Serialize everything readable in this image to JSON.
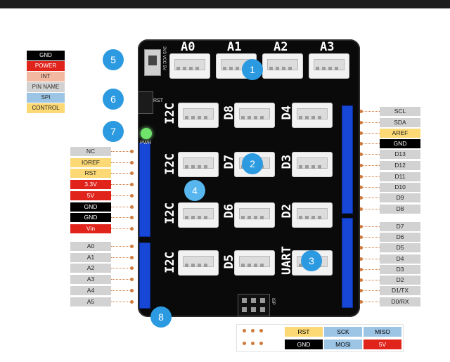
{
  "legend": [
    {
      "label": "GND",
      "bg": "#000000",
      "fg": "#ffffff"
    },
    {
      "label": "POWER",
      "bg": "#e0231b",
      "fg": "#ffffff"
    },
    {
      "label": "INT",
      "bg": "#f2b8a0",
      "fg": "#222222"
    },
    {
      "label": "PIN NAME",
      "bg": "#d2d2d2",
      "fg": "#333333"
    },
    {
      "label": "SPI",
      "bg": "#9cc4e4",
      "fg": "#222222"
    },
    {
      "label": "CONTROL",
      "bg": "#fcd975",
      "fg": "#222222"
    }
  ],
  "left_pins": [
    {
      "label": "NC",
      "kind": "name"
    },
    {
      "label": "IOREF",
      "kind": "control"
    },
    {
      "label": "RST",
      "kind": "control"
    },
    {
      "label": "3.3V",
      "kind": "power"
    },
    {
      "label": "5V",
      "kind": "power"
    },
    {
      "label": "GND",
      "kind": "gnd"
    },
    {
      "label": "GND",
      "kind": "gnd"
    },
    {
      "label": "Vin",
      "kind": "power"
    },
    {
      "label": "A0",
      "kind": "name"
    },
    {
      "label": "A1",
      "kind": "name"
    },
    {
      "label": "A2",
      "kind": "name"
    },
    {
      "label": "A3",
      "kind": "name"
    },
    {
      "label": "A4",
      "kind": "name"
    },
    {
      "label": "A5",
      "kind": "name"
    }
  ],
  "right_pins": [
    {
      "label": "SCL",
      "kind": "name"
    },
    {
      "label": "SDA",
      "kind": "name"
    },
    {
      "label": "AREF",
      "kind": "control"
    },
    {
      "label": "GND",
      "kind": "gnd"
    },
    {
      "label": "D13",
      "kind": "name"
    },
    {
      "label": "D12",
      "kind": "name"
    },
    {
      "label": "D11",
      "kind": "name"
    },
    {
      "label": "D10",
      "kind": "name"
    },
    {
      "label": "D9",
      "kind": "name"
    },
    {
      "label": "D8",
      "kind": "name"
    },
    {
      "label": "D7",
      "kind": "name"
    },
    {
      "label": "D6",
      "kind": "name"
    },
    {
      "label": "D5",
      "kind": "name"
    },
    {
      "label": "D4",
      "kind": "name"
    },
    {
      "label": "D3",
      "kind": "name"
    },
    {
      "label": "D2",
      "kind": "name"
    },
    {
      "label": "D1/TX",
      "kind": "name"
    },
    {
      "label": "D0/RX",
      "kind": "name"
    }
  ],
  "board": {
    "analog_ports": [
      "A0",
      "A1",
      "A2",
      "A3"
    ],
    "row_labels": {
      "r1": [
        "I2C",
        "D8",
        "D4"
      ],
      "r2": [
        "I2C",
        "D7",
        "D3"
      ],
      "r3": [
        "I2C",
        "D6",
        "D2"
      ],
      "r4": [
        "I2C",
        "D5",
        "UART"
      ]
    },
    "power_select": "3V3 VCC 5V",
    "rst_label": "RST",
    "pwr_label": "PWR",
    "isp_label": "ISP"
  },
  "callouts": [
    "1",
    "2",
    "3",
    "4",
    "5",
    "6",
    "7",
    "8"
  ],
  "spi_table": {
    "row1": [
      {
        "label": "RST",
        "kind": "control"
      },
      {
        "label": "SCK",
        "kind": "spi"
      },
      {
        "label": "MISO",
        "kind": "spi"
      }
    ],
    "row2": [
      {
        "label": "GND",
        "kind": "gnd"
      },
      {
        "label": "MOSI",
        "kind": "spi"
      },
      {
        "label": "5V",
        "kind": "power"
      }
    ]
  },
  "colors": {
    "gnd": "#000000",
    "power": "#e0231b",
    "name": "#d2d2d2",
    "control": "#fcd975",
    "spi": "#9cc4e4",
    "int": "#f2b8a0"
  }
}
